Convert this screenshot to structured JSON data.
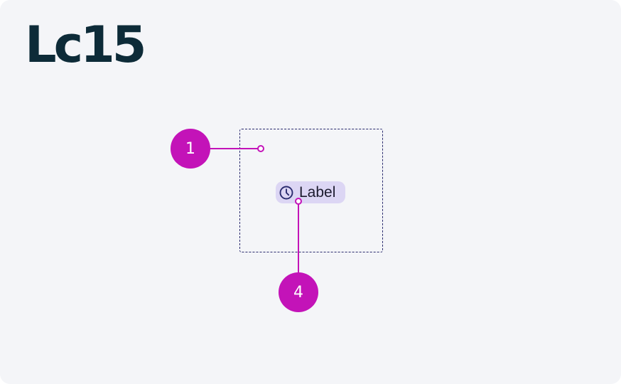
{
  "title": "Lc15",
  "chip": {
    "label": "Label",
    "icon": "clock-icon"
  },
  "callouts": [
    {
      "number": "1"
    },
    {
      "number": "4"
    }
  ],
  "colors": {
    "background": "#f4f5f8",
    "title": "#0d2b38",
    "frame": "#2a2b6e",
    "chip_fill": "#dcd6f4",
    "callout": "#c313b8"
  }
}
